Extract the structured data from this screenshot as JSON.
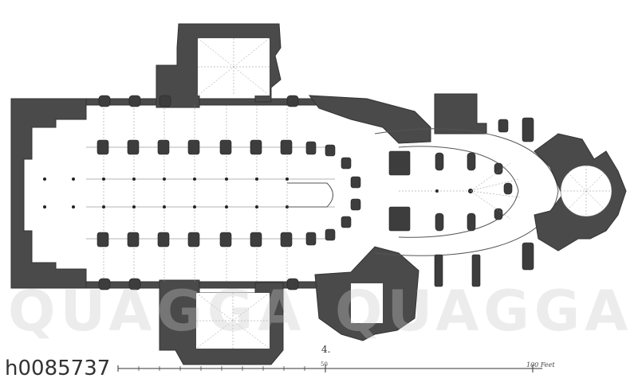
{
  "figure": {
    "number": "4.",
    "image_id": "h0085737",
    "watermark_left": "QUAGGA",
    "watermark_right": "QUAGGA"
  },
  "scale": {
    "unit_label": "100 Feet",
    "mid_label": "50"
  },
  "colors": {
    "wall": "#4a4a4a",
    "background": "#ffffff"
  }
}
